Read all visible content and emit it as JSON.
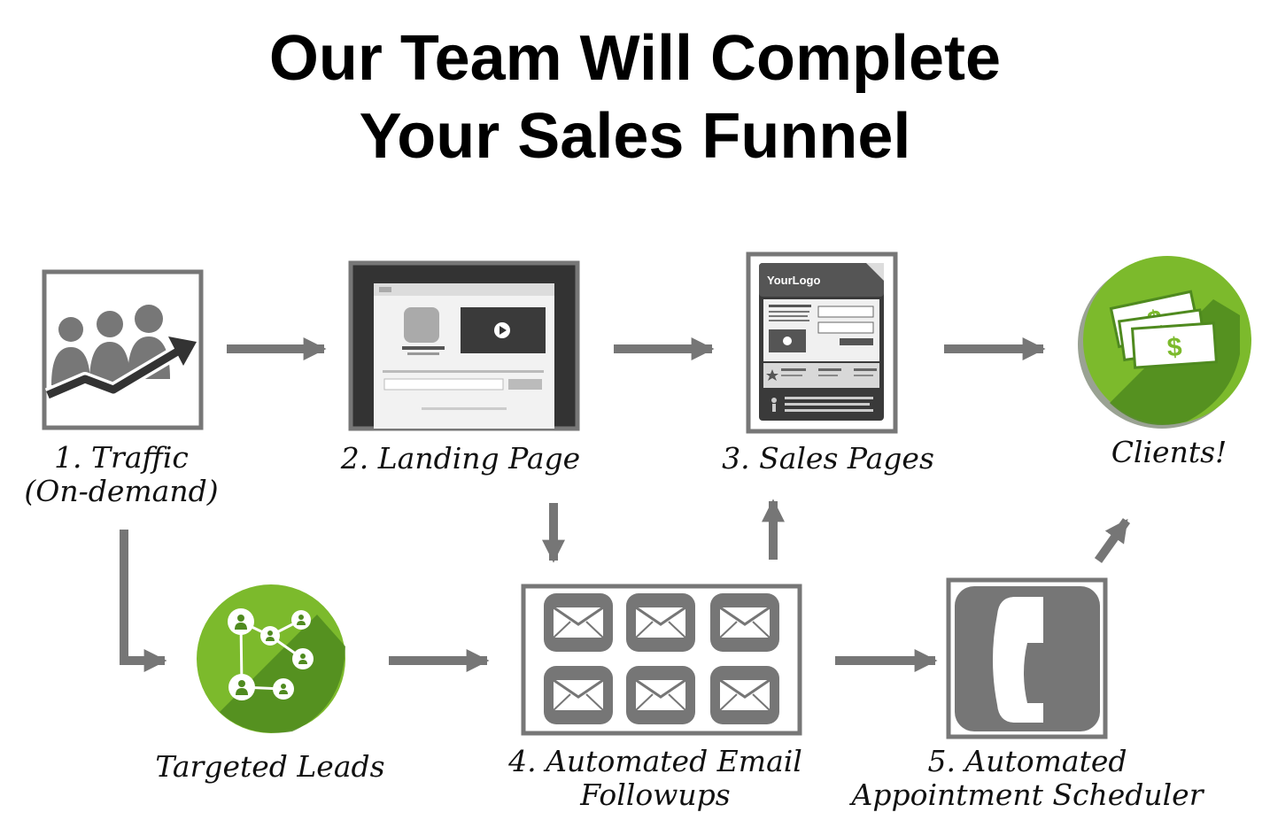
{
  "title": {
    "line1": "Our Team Will Complete",
    "line2": "Your Sales Funnel"
  },
  "steps": {
    "traffic": {
      "line1": "1. Traffic",
      "line2": "(On-demand)",
      "icon": "traffic-growth-icon"
    },
    "landing": {
      "label": "2. Landing Page",
      "icon": "landing-page-icon"
    },
    "sales": {
      "label": "3. Sales Pages",
      "icon": "sales-page-icon",
      "logo_text": "YourLogo"
    },
    "clients": {
      "label": "Clients!",
      "icon": "money-icon",
      "currency_symbol": "$"
    },
    "leads": {
      "label": "Targeted Leads",
      "icon": "network-leads-icon"
    },
    "email": {
      "line1": "4. Automated Email",
      "line2": "Followups",
      "icon": "envelope-icon"
    },
    "scheduler": {
      "line1": "5. Automated",
      "line2": "Appointment Scheduler",
      "icon": "phone-icon"
    }
  },
  "colors": {
    "arrow": "#767676",
    "green_light": "#7cba2c",
    "green_dark": "#4f8a1f",
    "gray_icon": "#767676",
    "frame": "#7a7a7a"
  }
}
